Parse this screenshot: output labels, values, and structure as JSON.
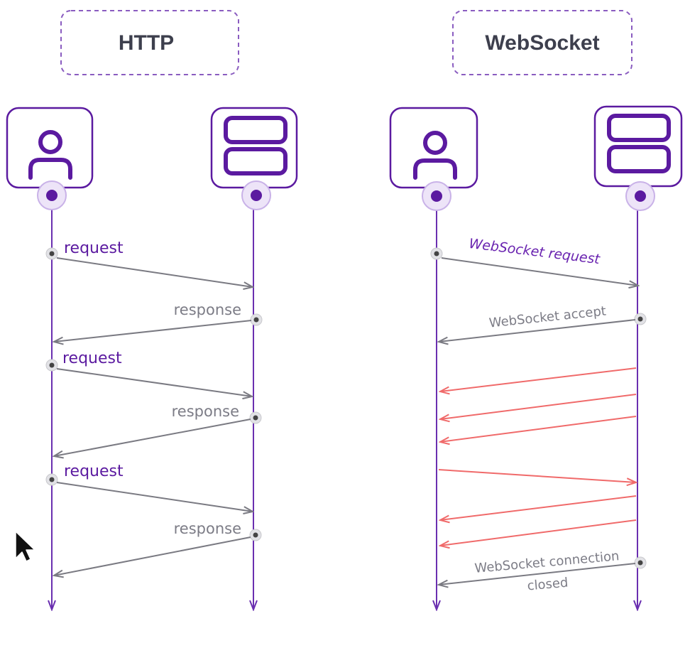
{
  "http": {
    "title": "HTTP",
    "request_label": "request",
    "response_label": "response"
  },
  "websocket": {
    "title": "WebSocket",
    "request_label": "WebSocket request",
    "accept_label": "WebSocket accept",
    "closed_label_line1": "WebSocket connection",
    "closed_label_line2": "closed"
  },
  "colors": {
    "lifeline": "#6a2fb0",
    "node_border": "#5b1aa0",
    "message_arrow": "#7a7a82",
    "data_frame_arrow": "#f06a6a",
    "title_border": "#8a5cc0",
    "label_purple": "#5b1aa0",
    "label_gray": "#7c7c86"
  },
  "icons": {
    "client": "user-icon",
    "server": "server-icon",
    "pointer": "mouse-cursor-icon"
  }
}
